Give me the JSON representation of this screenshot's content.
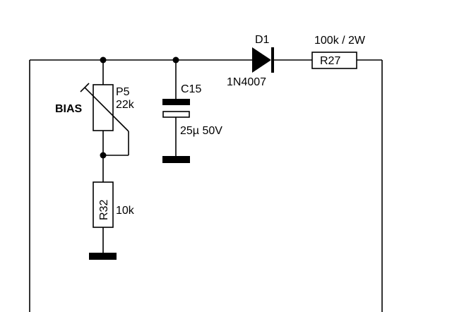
{
  "schematic": {
    "colors": {
      "ink": "#000000",
      "background": "#ffffff"
    },
    "bias_label": "BIAS",
    "p5": {
      "ref": "P5",
      "value": "22k"
    },
    "r32": {
      "ref": "R32",
      "value": "10k"
    },
    "c15": {
      "ref": "C15",
      "value": "25µ 50V"
    },
    "d1": {
      "ref": "D1",
      "part": "1N4007"
    },
    "r27": {
      "ref": "R27",
      "value": "100k / 2W"
    }
  }
}
